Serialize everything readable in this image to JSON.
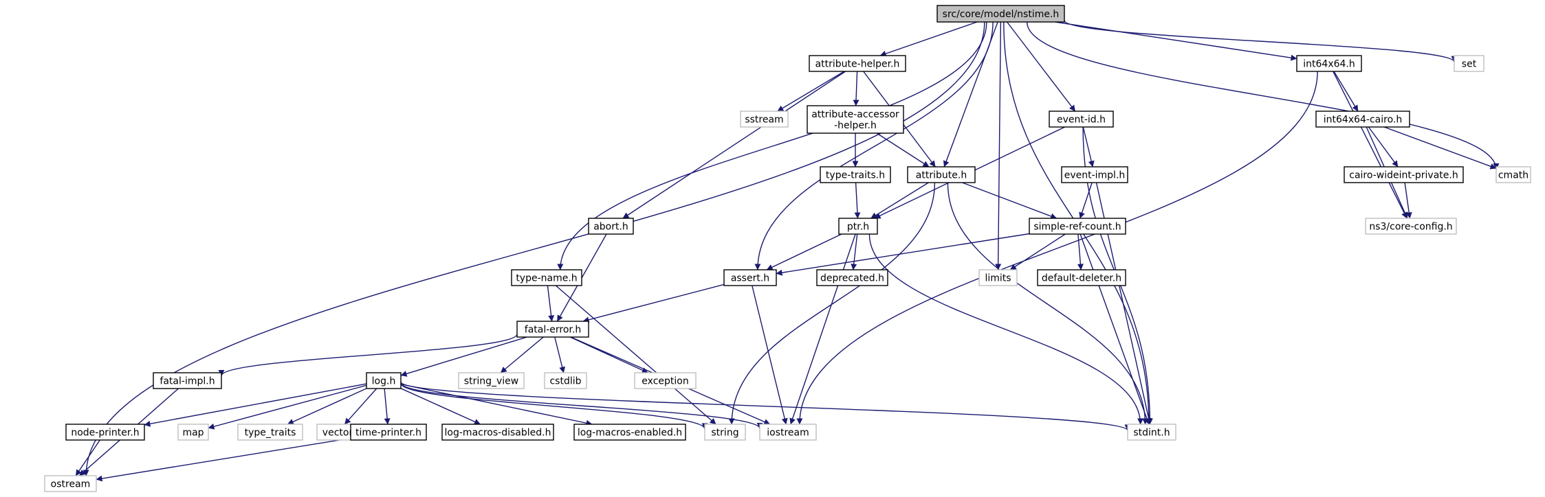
{
  "diagram": {
    "kind": "include-dependency-graph",
    "colors": {
      "edge": "#191970",
      "arrowhead": "#191970",
      "root_fill": "#bfbfbf",
      "root_stroke": "#000000",
      "documented_stroke": "#000000",
      "external_stroke": "#bfbfbf",
      "node_fill": "#ffffff"
    },
    "nodes": [
      {
        "id": "root",
        "label": "src/core/model/nstime.h",
        "kind": "root"
      },
      {
        "id": "attribute_helper",
        "label": "attribute-helper.h",
        "kind": "documented"
      },
      {
        "id": "int64x64",
        "label": "int64x64.h",
        "kind": "documented"
      },
      {
        "id": "set",
        "label": "set",
        "kind": "external"
      },
      {
        "id": "sstream",
        "label": "sstream",
        "kind": "external"
      },
      {
        "id": "attr_accessor_helper",
        "label": "attribute-accessor\n-helper.h",
        "kind": "documented"
      },
      {
        "id": "event_id",
        "label": "event-id.h",
        "kind": "documented"
      },
      {
        "id": "int64x64_cairo",
        "label": "int64x64-cairo.h",
        "kind": "documented"
      },
      {
        "id": "type_traits_h",
        "label": "type-traits.h",
        "kind": "documented"
      },
      {
        "id": "attribute",
        "label": "attribute.h",
        "kind": "documented"
      },
      {
        "id": "event_impl",
        "label": "event-impl.h",
        "kind": "documented"
      },
      {
        "id": "cairo_wideint_private",
        "label": "cairo-wideint-private.h",
        "kind": "documented"
      },
      {
        "id": "cmath",
        "label": "cmath",
        "kind": "external"
      },
      {
        "id": "abort",
        "label": "abort.h",
        "kind": "documented"
      },
      {
        "id": "ptr",
        "label": "ptr.h",
        "kind": "documented"
      },
      {
        "id": "simple_ref_count",
        "label": "simple-ref-count.h",
        "kind": "documented"
      },
      {
        "id": "ns3_core_config",
        "label": "ns3/core-config.h",
        "kind": "external"
      },
      {
        "id": "type_name",
        "label": "type-name.h",
        "kind": "documented"
      },
      {
        "id": "assert",
        "label": "assert.h",
        "kind": "documented"
      },
      {
        "id": "deprecated",
        "label": "deprecated.h",
        "kind": "documented"
      },
      {
        "id": "limits",
        "label": "limits",
        "kind": "external"
      },
      {
        "id": "default_deleter",
        "label": "default-deleter.h",
        "kind": "documented"
      },
      {
        "id": "fatal_error",
        "label": "fatal-error.h",
        "kind": "documented"
      },
      {
        "id": "fatal_impl",
        "label": "fatal-impl.h",
        "kind": "documented"
      },
      {
        "id": "log",
        "label": "log.h",
        "kind": "documented"
      },
      {
        "id": "string_view",
        "label": "string_view",
        "kind": "external"
      },
      {
        "id": "cstdlib",
        "label": "cstdlib",
        "kind": "external"
      },
      {
        "id": "exception",
        "label": "exception",
        "kind": "external"
      },
      {
        "id": "node_printer",
        "label": "node-printer.h",
        "kind": "documented"
      },
      {
        "id": "map",
        "label": "map",
        "kind": "external"
      },
      {
        "id": "type_traits",
        "label": "type_traits",
        "kind": "external"
      },
      {
        "id": "vector",
        "label": "vector",
        "kind": "external"
      },
      {
        "id": "time_printer",
        "label": "time-printer.h",
        "kind": "documented"
      },
      {
        "id": "log_macros_disabled",
        "label": "log-macros-disabled.h",
        "kind": "documented"
      },
      {
        "id": "log_macros_enabled",
        "label": "log-macros-enabled.h",
        "kind": "documented"
      },
      {
        "id": "string",
        "label": "string",
        "kind": "external"
      },
      {
        "id": "iostream",
        "label": "iostream",
        "kind": "external"
      },
      {
        "id": "stdint",
        "label": "stdint.h",
        "kind": "external"
      },
      {
        "id": "ostream",
        "label": "ostream",
        "kind": "external"
      }
    ],
    "edges": [
      [
        "root",
        "attribute_helper"
      ],
      [
        "root",
        "int64x64"
      ],
      [
        "root",
        "set"
      ],
      [
        "root",
        "cmath"
      ],
      [
        "root",
        "stdint"
      ],
      [
        "root",
        "event_id"
      ],
      [
        "root",
        "limits"
      ],
      [
        "root",
        "attribute"
      ],
      [
        "root",
        "assert"
      ],
      [
        "root",
        "type_name"
      ],
      [
        "root",
        "ostream"
      ],
      [
        "attribute_helper",
        "sstream"
      ],
      [
        "attribute_helper",
        "attr_accessor_helper"
      ],
      [
        "attribute_helper",
        "attribute"
      ],
      [
        "attribute_helper",
        "abort"
      ],
      [
        "attr_accessor_helper",
        "type_traits_h"
      ],
      [
        "attr_accessor_helper",
        "attribute"
      ],
      [
        "type_traits_h",
        "ptr"
      ],
      [
        "attribute",
        "ptr"
      ],
      [
        "attribute",
        "simple_ref_count"
      ],
      [
        "attribute",
        "string"
      ],
      [
        "attribute",
        "stdint"
      ],
      [
        "int64x64",
        "int64x64_cairo"
      ],
      [
        "int64x64",
        "ns3_core_config"
      ],
      [
        "int64x64",
        "iostream"
      ],
      [
        "int64x64_cairo",
        "cairo_wideint_private"
      ],
      [
        "int64x64_cairo",
        "cmath"
      ],
      [
        "int64x64_cairo",
        "ns3_core_config"
      ],
      [
        "cairo_wideint_private",
        "ns3_core_config"
      ],
      [
        "event_id",
        "event_impl"
      ],
      [
        "event_id",
        "ptr"
      ],
      [
        "event_id",
        "stdint"
      ],
      [
        "event_impl",
        "simple_ref_count"
      ],
      [
        "event_impl",
        "stdint"
      ],
      [
        "ptr",
        "assert"
      ],
      [
        "ptr",
        "deprecated"
      ],
      [
        "ptr",
        "iostream"
      ],
      [
        "ptr",
        "stdint"
      ],
      [
        "simple_ref_count",
        "assert"
      ],
      [
        "simple_ref_count",
        "limits"
      ],
      [
        "simple_ref_count",
        "default_deleter"
      ],
      [
        "simple_ref_count",
        "stdint"
      ],
      [
        "abort",
        "fatal_error"
      ],
      [
        "type_name",
        "fatal_error"
      ],
      [
        "type_name",
        "string"
      ],
      [
        "assert",
        "fatal_error"
      ],
      [
        "assert",
        "iostream"
      ],
      [
        "fatal_error",
        "fatal_impl"
      ],
      [
        "fatal_error",
        "log"
      ],
      [
        "fatal_error",
        "string_view"
      ],
      [
        "fatal_error",
        "cstdlib"
      ],
      [
        "fatal_error",
        "exception"
      ],
      [
        "fatal_error",
        "iostream"
      ],
      [
        "fatal_impl",
        "ostream"
      ],
      [
        "log",
        "node_printer"
      ],
      [
        "log",
        "map"
      ],
      [
        "log",
        "type_traits"
      ],
      [
        "log",
        "vector"
      ],
      [
        "log",
        "time_printer"
      ],
      [
        "log",
        "log_macros_disabled"
      ],
      [
        "log",
        "log_macros_enabled"
      ],
      [
        "log",
        "string"
      ],
      [
        "log",
        "iostream"
      ],
      [
        "log",
        "stdint"
      ],
      [
        "node_printer",
        "ostream"
      ],
      [
        "time_printer",
        "ostream"
      ]
    ]
  }
}
